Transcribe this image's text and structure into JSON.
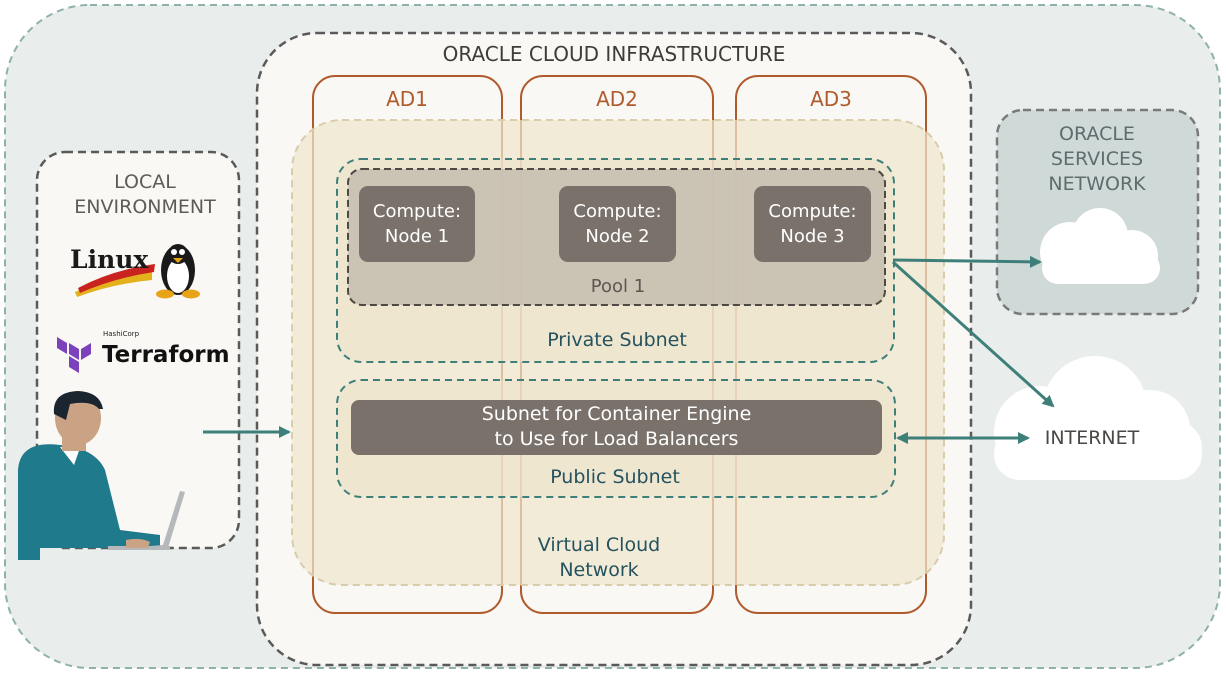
{
  "diagram": {
    "outer_title": "ORACLE CLOUD INFRASTRUCTURE",
    "availability_domains": [
      "AD1",
      "AD2",
      "AD3"
    ],
    "compute_nodes": [
      "Compute:\nNode 1",
      "Compute:\nNode 2",
      "Compute:\nNode 3"
    ],
    "pool_label": "Pool 1",
    "private_subnet_label": "Private Subnet",
    "lb_subnet_label": "Subnet for Container Engine\nto Use for Load Balancers",
    "public_subnet_label": "Public Subnet",
    "vcn_label": "Virtual Cloud\nNetwork",
    "local_env_label": "LOCAL\nENVIRONMENT",
    "linux_logo_text": "Linux",
    "terraform_small_text": "HashiCorp",
    "terraform_logo_text": "Terraform",
    "services_label": "ORACLE\nSERVICES\nNETWORK",
    "internet_label": "INTERNET"
  },
  "colors": {
    "background_panel": "#e9eeec",
    "teal": "#3f7f7a",
    "ad_border": "#b05b2e",
    "vcn_fill": "#efe6cd",
    "pool_fill": "#c8bfb2",
    "node_fill": "#7a726a",
    "services_fill": "#cfdad8"
  }
}
